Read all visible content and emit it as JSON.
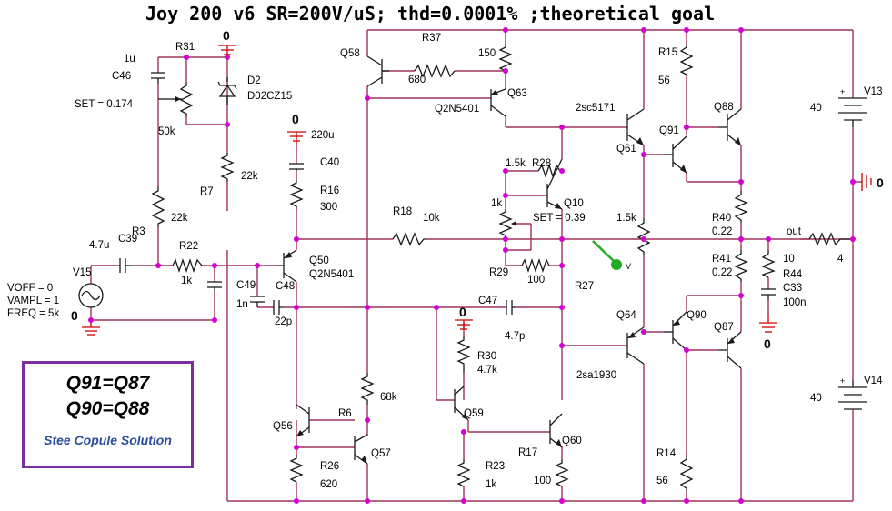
{
  "title": "Joy 200 v6  SR=200V/uS; thd=0.0001% ;theoretical goal",
  "note": {
    "line1": "Q91=Q87",
    "line2": "Q90=Q88",
    "caption": "Stee Copule Solution"
  },
  "labels": {
    "c46_val": "1u",
    "c46": "C46",
    "r31": "R31",
    "set1": "SET = 0.174",
    "r31_val": "50k",
    "d2": "D2",
    "d2_part": "D02CZ15",
    "r7": "R7",
    "r7_val": "22k",
    "r3": "R3",
    "r3_val": "22k",
    "c39_val": "4.7u",
    "c39": "C39",
    "r22": "R22",
    "r22_val": "1k",
    "v15": "V15",
    "voff": "VOFF = 0",
    "vampl": "VAMPL = 1",
    "freq": "FREQ = 5k",
    "c49": "C49",
    "c49_val": "1n",
    "c48": "C48",
    "c48_val": "22p",
    "c40_val": "220u",
    "c40": "C40",
    "r16": "R16",
    "r16_val": "300",
    "q50": "Q50",
    "q50_part": "Q2N5401",
    "q58": "Q58",
    "r37": "R37",
    "r37_val": "680",
    "r150": "150",
    "q63": "Q63",
    "q63_part": "Q2N5401",
    "r18": "R18",
    "r18_val": "10k",
    "r28_val": "1.5k",
    "r28": "R28",
    "r1k": "1k",
    "q10": "Q10",
    "set2": "SET = 0.39",
    "r29": "R29",
    "r29_val": "100",
    "c47": "C47",
    "c47_val": "4.7p",
    "r30": "R30",
    "r30_val": "4.7k",
    "q59": "Q59",
    "q56": "Q56",
    "r6": "R6",
    "r68k": "68k",
    "q57": "Q57",
    "r26": "R26",
    "r26_val": "620",
    "r23": "R23",
    "r23_val": "1k",
    "r17": "R17",
    "q60": "Q60",
    "r100b": "100",
    "q61_part": "2sc5171",
    "q61": "Q61",
    "r15": "R15",
    "r15_val": "56",
    "q91": "Q91",
    "q88": "Q88",
    "r1_5k": "1.5k",
    "r27": "R27",
    "r40": "R40",
    "r40_val": "0.22",
    "r41": "R41",
    "r41_val": "0.22",
    "out": "out",
    "r44_val": "10",
    "r44": "R44",
    "c33": "C33",
    "c33_val": "100n",
    "rload_val": "4",
    "q64": "Q64",
    "q90": "Q90",
    "q87": "Q87",
    "q64_part": "2sa1930",
    "r14": "R14",
    "r14_val": "56",
    "v13": "V13",
    "v13_val": "40",
    "v14": "V14",
    "v14_val": "40",
    "plus1": "+",
    "plus2": "+",
    "v_marker": "V"
  },
  "ground_labels": {
    "g1": "0",
    "g2": "0",
    "g3": "0",
    "g4": "0",
    "g5": "0",
    "g6": "0"
  },
  "colors": {
    "wire": "#a0325a",
    "node": "#d400d4",
    "ground": "#cc0000",
    "probe": "#22aa22",
    "note_border": "#7b2f9e",
    "note_caption": "#2a4e9a"
  }
}
